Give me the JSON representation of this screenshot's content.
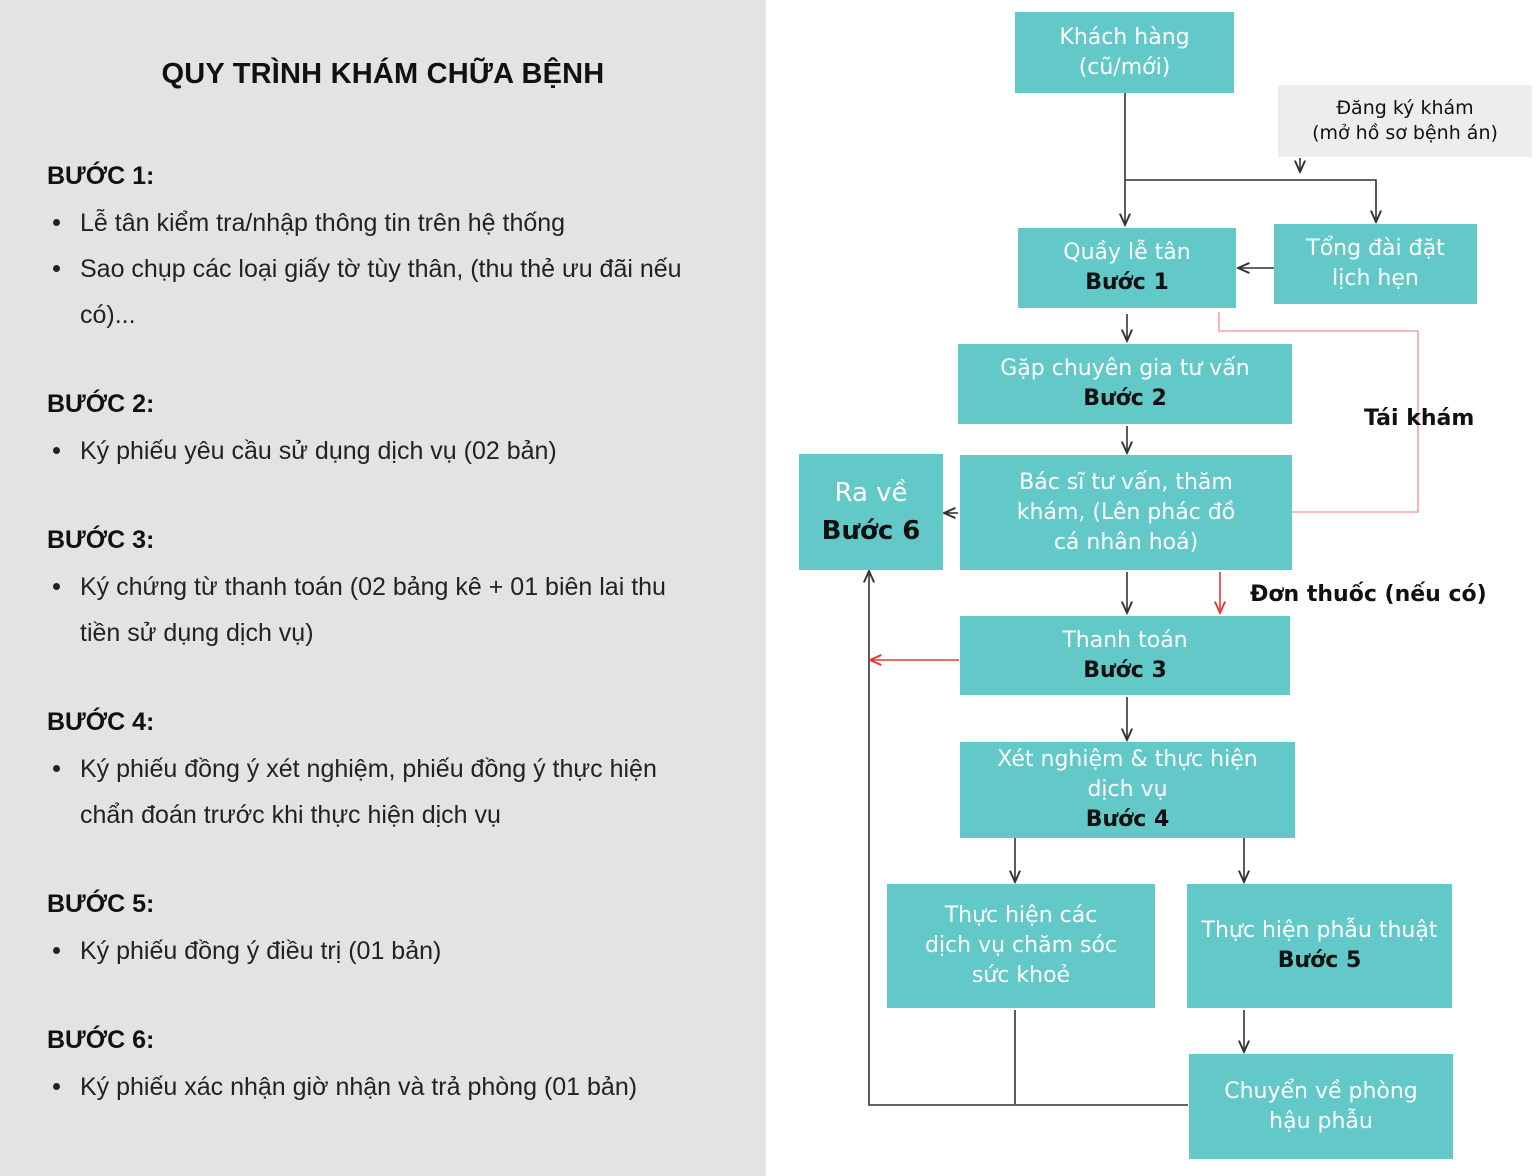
{
  "document": {
    "title": "QUY TRÌNH KHÁM CHỮA BỆNH",
    "steps": [
      {
        "heading": "BƯỚC 1:",
        "bullets": [
          "Lễ tân kiểm tra/nhập thông tin trên hệ thống",
          "Sao chụp các loại giấy tờ tùy thân, (thu thẻ ưu đãi nếu có)..."
        ]
      },
      {
        "heading": "BƯỚC 2:",
        "bullets": [
          "Ký phiếu yêu cầu sử dụng dịch vụ (02 bản)"
        ]
      },
      {
        "heading": "BƯỚC 3:",
        "bullets": [
          "Ký chứng từ thanh toán (02 bảng kê + 01 biên lai thu tiền sử dụng dịch vụ)"
        ]
      },
      {
        "heading": "BƯỚC 4:",
        "bullets": [
          "Ký phiếu đồng ý xét nghiệm, phiếu đồng ý thực hiện chẩn đoán trước khi thực hiện dịch vụ"
        ]
      },
      {
        "heading": "BƯỚC 5:",
        "bullets": [
          "Ký phiếu đồng ý điều trị (01 bản)"
        ]
      },
      {
        "heading": "BƯỚC 6:",
        "bullets": [
          "Ký phiếu xác nhận giờ nhận và trả phòng (01 bản)"
        ]
      }
    ]
  },
  "flowchart": {
    "colors": {
      "box": "#63c9c8",
      "box_text": "#ffffff",
      "step_text": "#111111",
      "red_arrow": "#e53935",
      "pink_line": "#f4a3a3",
      "gray_box": "#ededed"
    },
    "nodes": {
      "customer": {
        "line1": "Khách hàng",
        "line2": "(cũ/mới)"
      },
      "register": {
        "line1": "Đăng ký khám",
        "line2": "(mở hồ sơ bệnh án)"
      },
      "reception": {
        "label": "Quầy lễ tân",
        "step": "Bước 1"
      },
      "callcenter": {
        "line1": "Tổng đài đặt",
        "line2": "lịch hẹn"
      },
      "consultant": {
        "label": "Gặp chuyên gia tư vấn",
        "step": "Bước 2"
      },
      "doctor": {
        "line1": "Bác sĩ tư vấn, thăm",
        "line2": "khám, (Lên phác đồ",
        "line3": "cá nhân hoá)"
      },
      "leave": {
        "label": "Ra về",
        "step": "Bước 6"
      },
      "payment": {
        "label": "Thanh toán",
        "step": "Bước 3"
      },
      "lab": {
        "line1": "Xét nghiệm & thực hiện",
        "line2": "dịch vụ",
        "step": "Bước 4"
      },
      "care": {
        "line1": "Thực hiện các",
        "line2": "dịch vụ chăm sóc",
        "line3": "sức khoẻ"
      },
      "surgery": {
        "label": "Thực hiện phẫu thuật",
        "step": "Bước 5"
      },
      "recovery": {
        "line1": "Chuyển về phòng",
        "line2": "hậu phẫu"
      }
    },
    "edge_labels": {
      "revisit": "Tái khám",
      "prescription": "Đơn thuốc (nếu có)"
    }
  }
}
